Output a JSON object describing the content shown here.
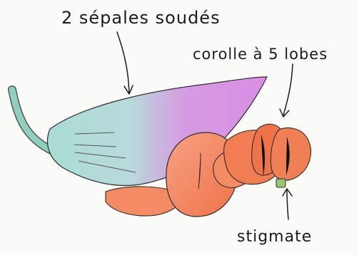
{
  "labels": {
    "sepales": "2 sépales soudés",
    "corolle": "corolle à 5 lobes",
    "stigmate": "stigmate"
  },
  "colors": {
    "background": "#fbfbf8",
    "stem": "#8fcfc0",
    "calyx_green": "#a8ddd3",
    "calyx_pink": "#d98de4",
    "petal_orange": "#f48b63",
    "petal_dark": "#ef7348",
    "stigma_green": "#97c86f",
    "ink": "#1b1b1b"
  }
}
